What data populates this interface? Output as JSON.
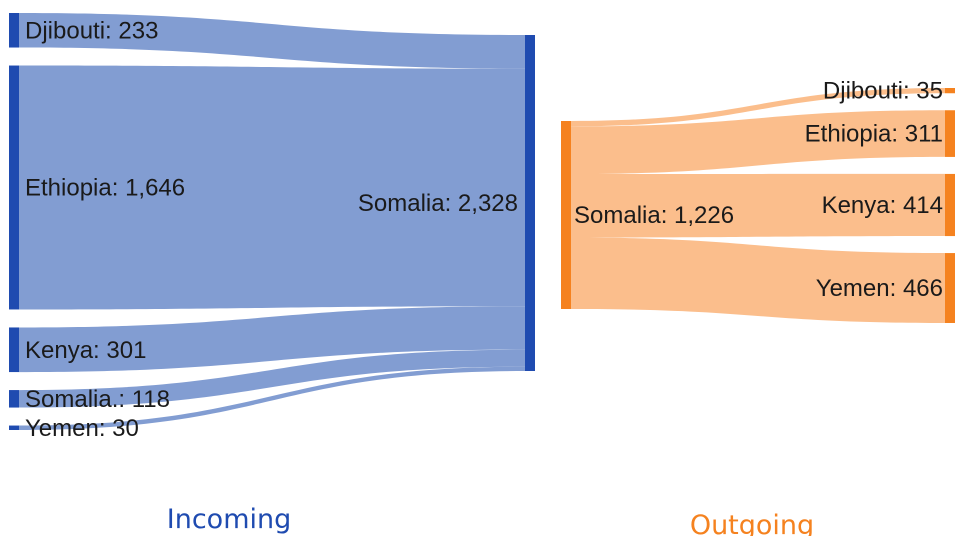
{
  "chart_data": [
    {
      "type": "sankey",
      "title": "Incoming",
      "color_node": "#1f4bb0",
      "color_link": "#7f9bd1",
      "title_color": "#1f4bb0",
      "target": {
        "name": "Somalia",
        "value": 2328,
        "label": "Somalia: 2,328"
      },
      "sources": [
        {
          "name": "Djibouti",
          "value": 233,
          "label": "Djibouti: 233"
        },
        {
          "name": "Ethiopia",
          "value": 1646,
          "label": "Ethiopia: 1,646"
        },
        {
          "name": "Kenya",
          "value": 301,
          "label": "Kenya: 301"
        },
        {
          "name": "Somalia.",
          "value": 118,
          "label": "Somalia.: 118"
        },
        {
          "name": "Yemen",
          "value": 30,
          "label": "Yemen: 30"
        }
      ]
    },
    {
      "type": "sankey",
      "title": "Outgoing",
      "color_node": "#f5821f",
      "color_link": "#fbbd8a",
      "title_color": "#f5821f",
      "source": {
        "name": "Somalia",
        "value": 1226,
        "label": "Somalia: 1,226"
      },
      "targets": [
        {
          "name": "Djibouti",
          "value": 35,
          "label": "Djibouti: 35"
        },
        {
          "name": "Ethiopia",
          "value": 311,
          "label": "Ethiopia: 311"
        },
        {
          "name": "Kenya",
          "value": 414,
          "label": "Kenya: 414"
        },
        {
          "name": "Yemen",
          "value": 466,
          "label": "Yemen: 466"
        }
      ]
    }
  ]
}
